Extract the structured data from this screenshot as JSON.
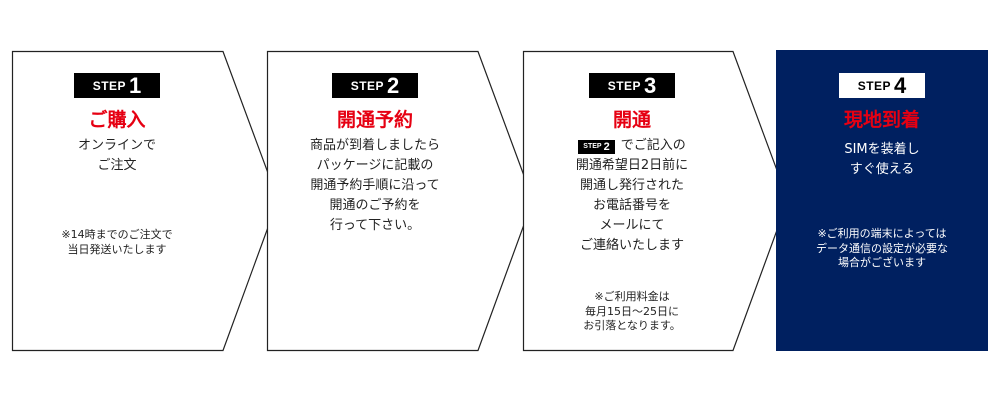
{
  "colors": {
    "accent": "#e60012",
    "navy": "#002060"
  },
  "steps": [
    {
      "step_word": "STEP",
      "number": "1",
      "title": "ご購入",
      "body": "オンラインで\nご注文",
      "note": "※14時までのご注文で\n当日発送いたします"
    },
    {
      "step_word": "STEP",
      "number": "2",
      "title": "開通予約",
      "body": "商品が到着しましたら\nパッケージに記載の\n開通予約手順に沿って\n開通のご予約を\n行って下さい。"
    },
    {
      "step_word": "STEP",
      "number": "3",
      "title": "開通",
      "inline_badge": {
        "step_word": "STEP",
        "number": "2"
      },
      "body_first": "でご記入の",
      "body": "開通希望日2日前に\n開通し発行された\nお電話番号を\nメールにて\nご連絡いたします",
      "note": "※ご利用料金は\n毎月15日～25日に\nお引落となります。"
    },
    {
      "step_word": "STEP",
      "number": "4",
      "title": "現地到着",
      "body": "SIMを装着し\nすぐ使える",
      "note": "※ご利用の端末によっては\nデータ通信の設定が必要な\n場合がございます"
    }
  ]
}
